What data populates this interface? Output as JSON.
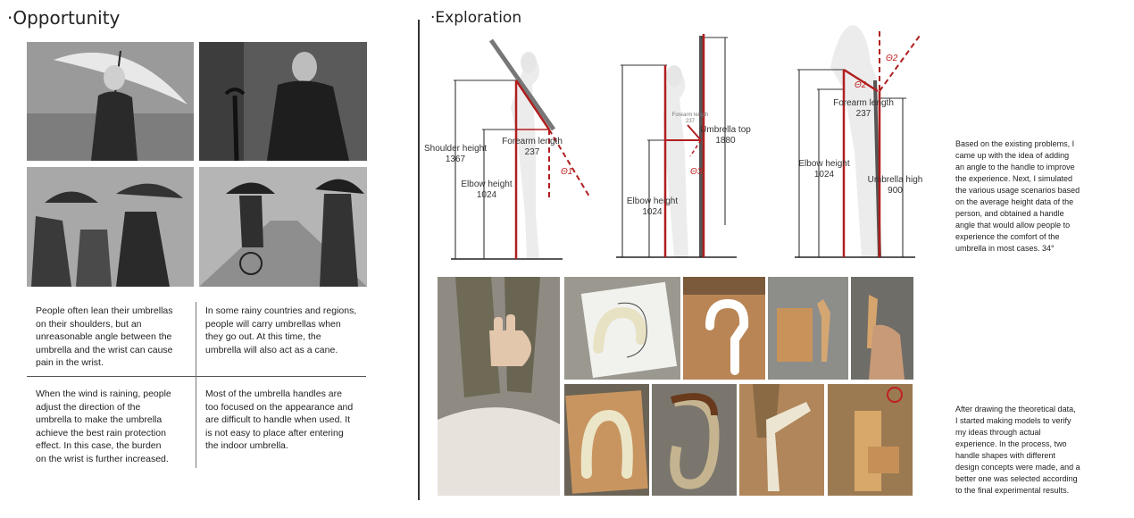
{
  "left": {
    "title": "·Opportunity",
    "texts": [
      "People often lean their umbrellas\non their shoulders, but an\nunreasonable angle between the\numbrella and the wrist can cause\npain in the wrist.",
      "In some rainy countries and regions,\npeople will carry umbrellas when\nthey go out. At this time, the\numbrella will also act as a cane.",
      "When the wind is raining, people\nadjust the direction of the\numbrella to make the umbrella\nachieve the best rain protection\neffect. In this case, the burden\non the wrist is further increased.",
      "Most of the umbrella handles are\ntoo focused on the appearance and\nare difficult to handle when used. It\nis not easy to place after entering\nthe indoor umbrella."
    ]
  },
  "right": {
    "title": "·Exploration",
    "diagram1": {
      "shoulder": "Shoulder height\n1367",
      "forearm": "Forearm length\n237",
      "elbow": "Elbow height\n1024",
      "theta": "Θ1"
    },
    "diagram2": {
      "forearm_small": "Forearm length\n237",
      "top": "Umbrella top\n1880",
      "elbow": "Elbow height\n1024",
      "theta": "Θ3"
    },
    "diagram3": {
      "theta_a": "Θ2",
      "theta_b": "Θ2",
      "forearm": "Forearm length\n237",
      "elbow": "Elbow height\n1024",
      "umbrella": "Umbrella high\n900"
    },
    "side_text_1": "Based on the existing problems, I\ncame up with the idea of adding\nan angle to the handle to improve\nthe experience. Next, I simulated\nthe various usage scenarios based\non the average height data of the\nperson, and obtained a handle\nangle that would allow people to\nexperience the comfort of the\numbrella in most cases. 34°",
    "side_text_2": "After drawing the theoretical data,\nI started making models to verify\nmy ideas through actual\nexperience. In the process, two\nhandle shapes with different\ndesign concepts were made, and a\nbetter one was selected according\nto the final experimental results."
  },
  "colors": {
    "accent_red": "#b01e1e",
    "text": "#222222"
  }
}
